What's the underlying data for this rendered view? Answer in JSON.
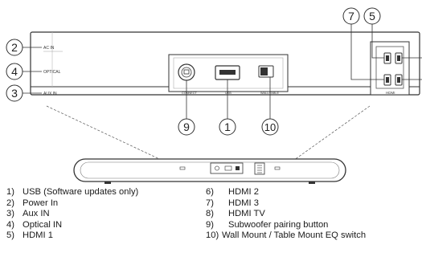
{
  "callouts": {
    "power": "2",
    "optical": "4",
    "aux": "3",
    "hdmi3": "7",
    "hdmi1": "5",
    "sub_button": "9",
    "usb": "1",
    "eq_switch": "10"
  },
  "panel_labels": {
    "ac_in": "AC IN",
    "optical": "OPTICAL",
    "aux_in": "AUX IN",
    "hdmi": "HDMI",
    "connect": "CONNECT",
    "usb": "USB",
    "wall_table": "WALL/TABLE"
  },
  "legend": {
    "left": [
      {
        "num": "1)",
        "text": "USB (Software updates only)"
      },
      {
        "num": "2)",
        "text": "Power In"
      },
      {
        "num": "3)",
        "text": "Aux IN"
      },
      {
        "num": "4)",
        "text": "Optical IN"
      },
      {
        "num": "5)",
        "text": "HDMI 1"
      }
    ],
    "right": [
      {
        "num": "6)",
        "text": "HDMI 2"
      },
      {
        "num": "7)",
        "text": "HDMI 3"
      },
      {
        "num": "8)",
        "text": "HDMI TV"
      },
      {
        "num": "9)",
        "text": "Subwoofer pairing button"
      },
      {
        "num": "10)",
        "text": "Wall Mount / Table Mount EQ switch"
      }
    ]
  }
}
